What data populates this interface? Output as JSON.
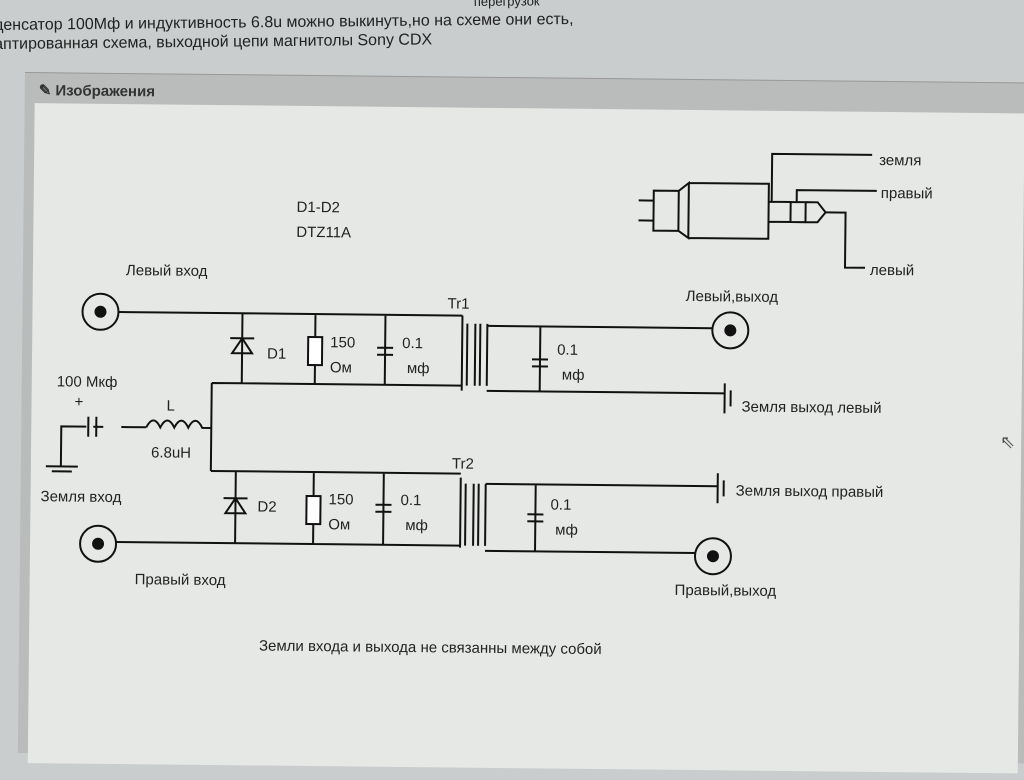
{
  "post": {
    "lines": [
      "перегрузок",
      "денсатор 100Мф и индуктивность 6.8u можно выкинуть,но на схеме они есть,",
      "аптированная схема, выходной цепи магнитолы Sony CDX"
    ]
  },
  "panel": {
    "title": "Изображения",
    "icon": "pencil-icon"
  },
  "diagram": {
    "diodes_title": "D1-D2",
    "diodes_model": "DTZ11A",
    "left_in": "Левый вход",
    "right_in": "Правый вход",
    "ground_in": "Земля вход",
    "left_out": "Левый,выход",
    "right_out": "Правый,выход",
    "ground_out_left": "Земля выход левый",
    "ground_out_right": "Земля выход правый",
    "tr1": "Tr1",
    "tr2": "Tr2",
    "d1": "D1",
    "d2": "D2",
    "res_value": "150",
    "res_unit": "Ом",
    "cap_value": "0.1",
    "cap_unit": "мф",
    "cap_big": "100 Мкф",
    "plus": "+",
    "inductor": "L",
    "inductor_value": "6.8uH",
    "jack_ground": "земля",
    "jack_right": "правый",
    "jack_left": "левый",
    "caption": "Земли входа и выхода не связанны между собой"
  }
}
